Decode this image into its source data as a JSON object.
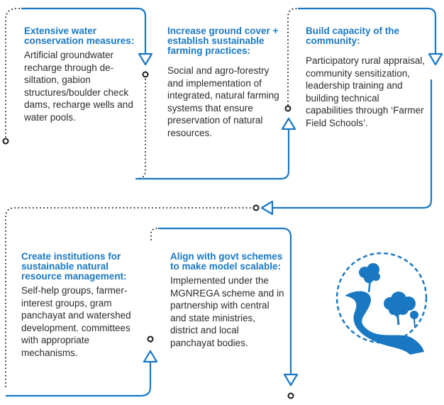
{
  "steps": [
    {
      "title": "Extensive water conservation measures:",
      "body": "Artificial groundwater recharge through de-siltation, gabion structures/boulder check dams, recharge wells and water pools."
    },
    {
      "title": "Increase ground cover + establish sustainable farming practices:",
      "body": "Social and agro-forestry and implementation of integrated, natural farming systems that ensure preservation of natural resources."
    },
    {
      "title": "Build capacity of the community:",
      "body": "Participatory rural appraisal, community sensitization, leadership training and  building technical capabilities through ‘Farmer Field Schools’."
    },
    {
      "title": "Create institutions for sustainable natural resource management:",
      "body": "Self-help groups, farmer-interest groups, gram panchayat and watershed development. committees with appropriate mechanisms."
    },
    {
      "title": "Align with govt schemes to make model scalable:",
      "body": "Implemented under the MGNREGA scheme and in partnership with central and state ministries, district and local panchayat bodies."
    }
  ],
  "colors": {
    "accent": "#1a78c2",
    "text": "#2b2b2b",
    "dots": "#2a2a2a"
  },
  "icons": {
    "landscape": "trees-river-icon"
  }
}
